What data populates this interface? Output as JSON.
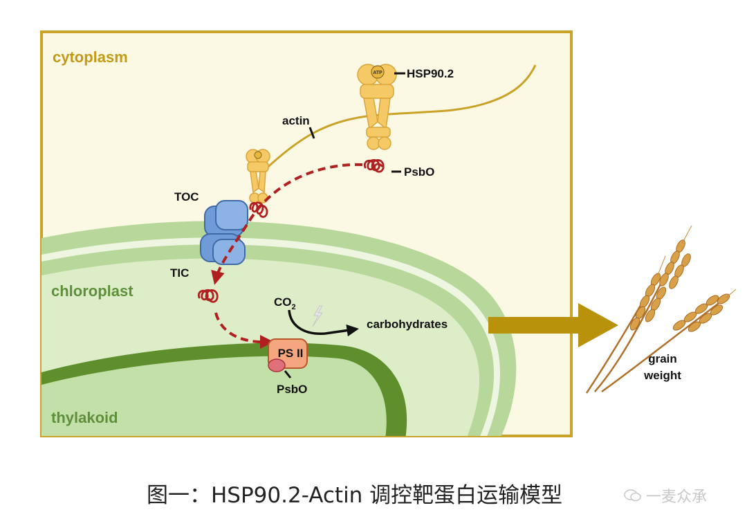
{
  "labels": {
    "cytoplasm": "cytoplasm",
    "chloroplast": "chloroplast",
    "thylakoid": "thylakoid",
    "hsp": "HSP90.2",
    "atp": "ATP",
    "actin": "actin",
    "psbo_top": "PsbO",
    "toc": "TOC",
    "tic": "TIC",
    "co2": "CO",
    "co2_sub": "2",
    "carbohydrates": "carbohydrates",
    "psii": "PS II",
    "psbo_bottom": "PsbO",
    "grain_line1": "grain",
    "grain_line2": "weight"
  },
  "caption": "图一：HSP90.2-Actin 调控靶蛋白运输模型",
  "watermark": "一麦众承",
  "colors": {
    "frame": "#c9a227",
    "cytoplasm_bg": "#fbf8e4",
    "zone_text_gold": "#c39a18",
    "chloroplast_outer": "#b7d89a",
    "chloroplast_inner": "#dcedc8",
    "thylakoid_band": "#5e8f2c",
    "zone_text_green": "#5e8f3a",
    "hsp_protein": "#f5c965",
    "psbo_red": "#b02020",
    "toc_tic_blue": "#6f9bd6",
    "psii_orange": "#f4a77e",
    "arrow_gold": "#b8920a",
    "wheat": "#c88a3a"
  }
}
